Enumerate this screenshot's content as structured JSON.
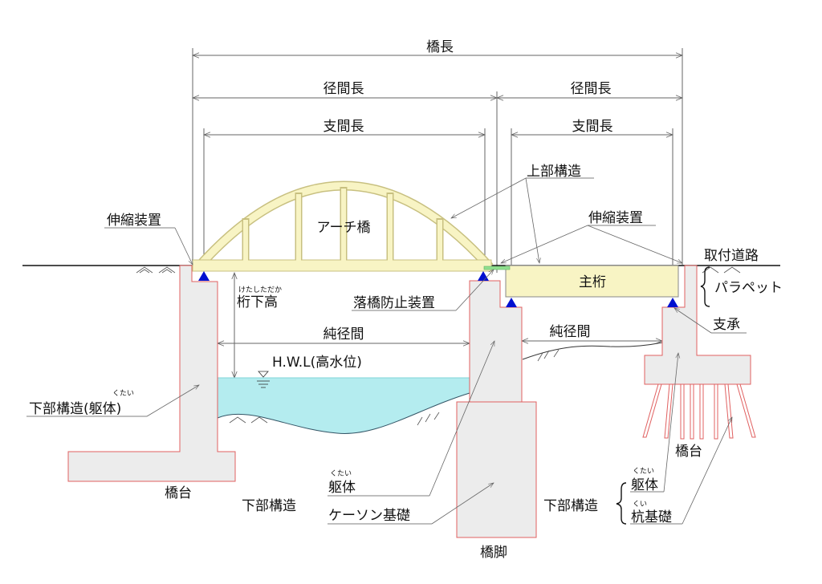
{
  "labels": {
    "bridge_length": "橋長",
    "span_length_left": "径間長",
    "span_length_right": "径間長",
    "support_span_left": "支間長",
    "support_span_right": "支間長",
    "superstructure": "上部構造",
    "expansion_joint_left": "伸縮装置",
    "expansion_joint_right": "伸縮装置",
    "arch_bridge": "アーチ橋",
    "approach_road": "取付道路",
    "main_girder": "主桁",
    "parapet": "パラペット",
    "bearing": "支承",
    "unseating_prevention": "落橋防止装置",
    "clearance_height": "桁下高",
    "clearance_height_ruby": "けたしただか",
    "clear_span_left": "純径間",
    "clear_span_right": "純径間",
    "hwl": "H.W.L(高水位)",
    "substructure_body": "下部構造(躯体)",
    "substructure_body_ruby": "くたい",
    "abutment_left": "橋台",
    "substructure_center": "下部構造",
    "body_center": "躯体",
    "body_center_ruby": "くたい",
    "caisson_foundation": "ケーソン基礎",
    "pier": "橋脚",
    "abutment_right": "橋台",
    "substructure_right": "下部構造",
    "body_right": "躯体",
    "body_right_ruby": "くたい",
    "pile_foundation": "杭基礎",
    "pile_foundation_ruby": "くい"
  },
  "colors": {
    "deck": "#f8f4c4",
    "deck_stroke": "#c8c080",
    "water": "#b4ecef",
    "concrete": "#ececec",
    "concrete_stroke": "#e06060",
    "bearing": "#0010d0",
    "unseating_device": "#90e090"
  }
}
